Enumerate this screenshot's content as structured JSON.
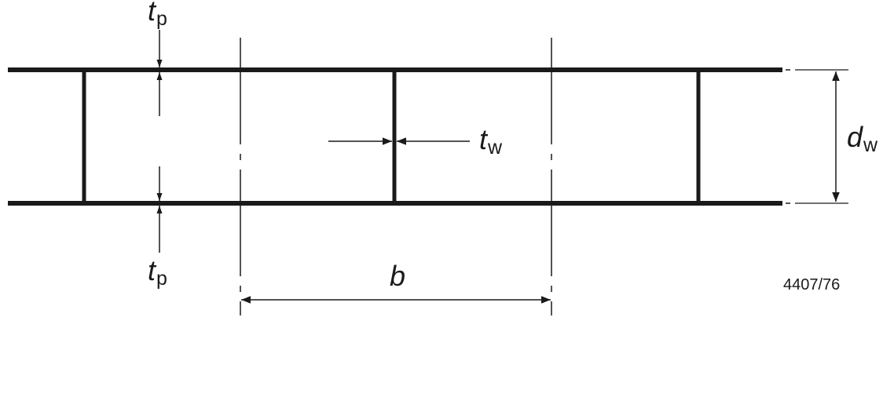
{
  "labels": {
    "tp_top": {
      "main": "t",
      "sub": "p"
    },
    "tp_bottom": {
      "main": "t",
      "sub": "p"
    },
    "tw": {
      "main": "t",
      "sub": "w"
    },
    "dw": {
      "main": "d",
      "sub": "w"
    },
    "b": "b",
    "figure_code": "4407/76"
  },
  "colors": {
    "line": "#1a1a1a",
    "background": "#ffffff"
  }
}
